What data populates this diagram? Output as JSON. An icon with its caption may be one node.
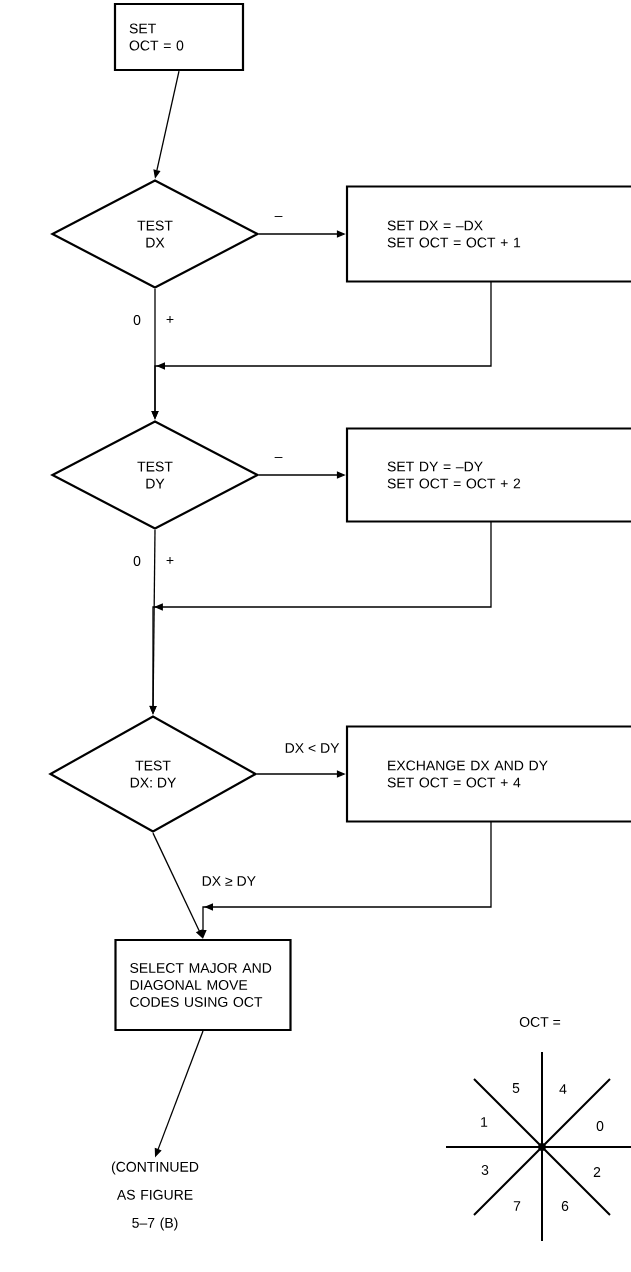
{
  "diagram": {
    "nodes": [
      {
        "text": [
          "SET",
          "OCT = 0"
        ]
      },
      {
        "text": [
          "TEST",
          "DX"
        ]
      },
      {
        "text": [
          "SET DX = –DX",
          "SET OCT = OCT + 1"
        ]
      },
      {
        "text": [
          "TEST",
          "DY"
        ]
      },
      {
        "text": [
          "SET DY = –DY",
          "SET OCT = OCT + 2"
        ]
      },
      {
        "text": [
          "TEST",
          "DX: DY"
        ]
      },
      {
        "text": [
          "EXCHANGE DX AND DY",
          "SET OCT = OCT + 4"
        ]
      },
      {
        "text": [
          "SELECT MAJOR AND DIAGONAL MOVE CODES USING OCT"
        ]
      },
      {
        "text": [
          "(CONTINUED AS FIGURE 5–7 (B)"
        ]
      }
    ],
    "edges": [
      {
        "from": 0,
        "to": 1,
        "arrow": "to"
      },
      {
        "from": 1,
        "to": 2,
        "arrow": "to",
        "label": "–"
      },
      {
        "from": 1,
        "to": 3,
        "arrow": "to"
      },
      {
        "from": 2,
        "to": 3,
        "arrow": "to"
      },
      {
        "from": 3,
        "to": 4,
        "arrow": "to",
        "label": "–"
      },
      {
        "from": 3,
        "to": 5,
        "arrow": "to"
      },
      {
        "from": 4,
        "to": 5,
        "arrow": "to"
      },
      {
        "from": 5,
        "to": 6,
        "arrow": "to",
        "label": "DX < DY"
      },
      {
        "from": 5,
        "to": 7,
        "arrow": "to",
        "label": "DX ≥ DY"
      },
      {
        "from": 6,
        "to": 7,
        "arrow": "to"
      },
      {
        "from": 7,
        "to": 8,
        "arrow": "to"
      }
    ],
    "labels": [
      "0",
      "+",
      "0",
      "+",
      "OCT =",
      "5",
      "4",
      "1",
      "0",
      "3",
      "2",
      "7",
      "6"
    ]
  }
}
